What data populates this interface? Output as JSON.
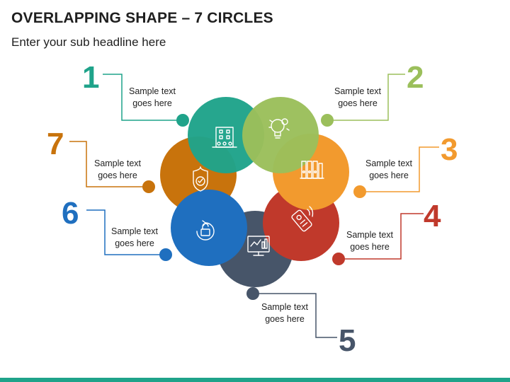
{
  "slide": {
    "title": "OVERLAPPING SHAPE – 7 CIRCLES",
    "subtitle": "Enter your sub headline here"
  },
  "items": [
    {
      "number": "1",
      "text_line1": "Sample text",
      "text_line2": "goes here",
      "color": "#1fa38a",
      "icon": "office-building-icon"
    },
    {
      "number": "2",
      "text_line1": "Sample text",
      "text_line2": "goes here",
      "color": "#9bbf5b",
      "icon": "lightbulb-gear-icon"
    },
    {
      "number": "3",
      "text_line1": "Sample text",
      "text_line2": "goes here",
      "color": "#f29a2e",
      "icon": "binders-icon"
    },
    {
      "number": "4",
      "text_line1": "Sample text",
      "text_line2": "goes here",
      "color": "#c0392b",
      "icon": "remote-control-icon"
    },
    {
      "number": "5",
      "text_line1": "Sample text",
      "text_line2": "goes here",
      "color": "#475569",
      "icon": "monitor-dashboard-icon"
    },
    {
      "number": "6",
      "text_line1": "Sample text",
      "text_line2": "goes here",
      "color": "#1f6fbf",
      "icon": "unlock-refresh-icon"
    },
    {
      "number": "7",
      "text_line1": "Sample text",
      "text_line2": "goes here",
      "color": "#c8730c",
      "icon": "shield-check-icon"
    }
  ],
  "footer": {
    "bar_color": "#1fa38a"
  }
}
